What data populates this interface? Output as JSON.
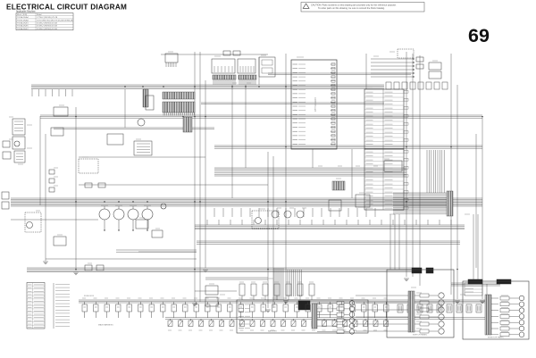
{
  "page": {
    "title": "ELECTRICAL CIRCUIT DIAGRAM",
    "page_number": "69",
    "caution_line1": "CAUTION: Parts numbers on this drawing are provided only for the reference purpose.",
    "caution_line2": "To order parts on this drawing, be sure to consult the Parts Catalog."
  },
  "applicable_machine": {
    "header": "Applicable Machine",
    "columns": [
      "Mach. (S/N)",
      "Model"
    ],
    "rows": [
      [
        "77Z6A-2N-A4",
        "C77W-2 (W5 WU) ZX-7B"
      ],
      [
        "77Z6X-2N-A4",
        "C57-6 (W6-T5L) (W2-Y2) ZX-5B DX/WX-5B"
      ],
      [
        "77Z6A-2N-E1",
        "ZC6W-2 (W2/W4) ZX-5B"
      ],
      [
        "77Z6A-2N-E5",
        "ZC6W-2 (W2/W4) ZX-5B"
      ],
      [
        "77Z6A-2N-E7",
        "ZC6W-2 (W2/W4) ZX-5B"
      ]
    ]
  },
  "diagram": {
    "labels": {
      "main_harness": "MAIN HARNESS",
      "controller": "CONTROLLER",
      "battery": "BATTERY",
      "switch_panel": "SWITCH PANEL",
      "monitor_panel": "MONITOR PANEL",
      "fuse_box": "FUSE BOX"
    }
  }
}
